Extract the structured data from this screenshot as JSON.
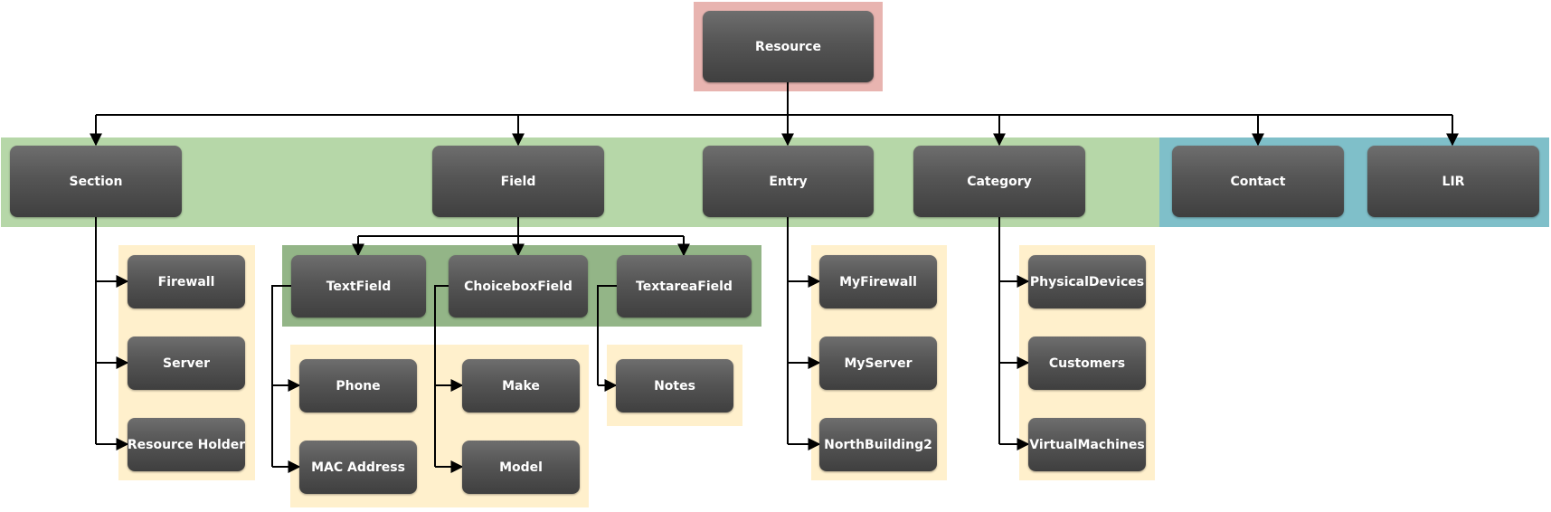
{
  "diagram": {
    "root": {
      "label": "Resource"
    },
    "level1": {
      "section": "Section",
      "field": "Field",
      "entry": "Entry",
      "category": "Category",
      "contact": "Contact",
      "lir": "LIR"
    },
    "section_children": [
      "Firewall",
      "Server",
      "Resource Holder"
    ],
    "field_children": {
      "textfield": "TextField",
      "choiceboxfield": "ChoiceboxField",
      "textareafield": "TextareaField"
    },
    "textfield_children": [
      "Phone",
      "MAC Address"
    ],
    "choiceboxfield_children": [
      "Make",
      "Model"
    ],
    "textareafield_children": [
      "Notes"
    ],
    "entry_children": [
      "MyFirewall",
      "MyServer",
      "NorthBuilding2"
    ],
    "category_children": [
      "PhysicalDevices",
      "Customers",
      "VirtualMachines"
    ]
  },
  "colors": {
    "root_zone": "#e8b4b0",
    "main_zone": "#b6d7a8",
    "external_zone": "#7fbfc9",
    "fields_zone": "#93b587",
    "list_zone": "#fff0cc",
    "node_fill": "#555555",
    "connector": "#000000"
  }
}
